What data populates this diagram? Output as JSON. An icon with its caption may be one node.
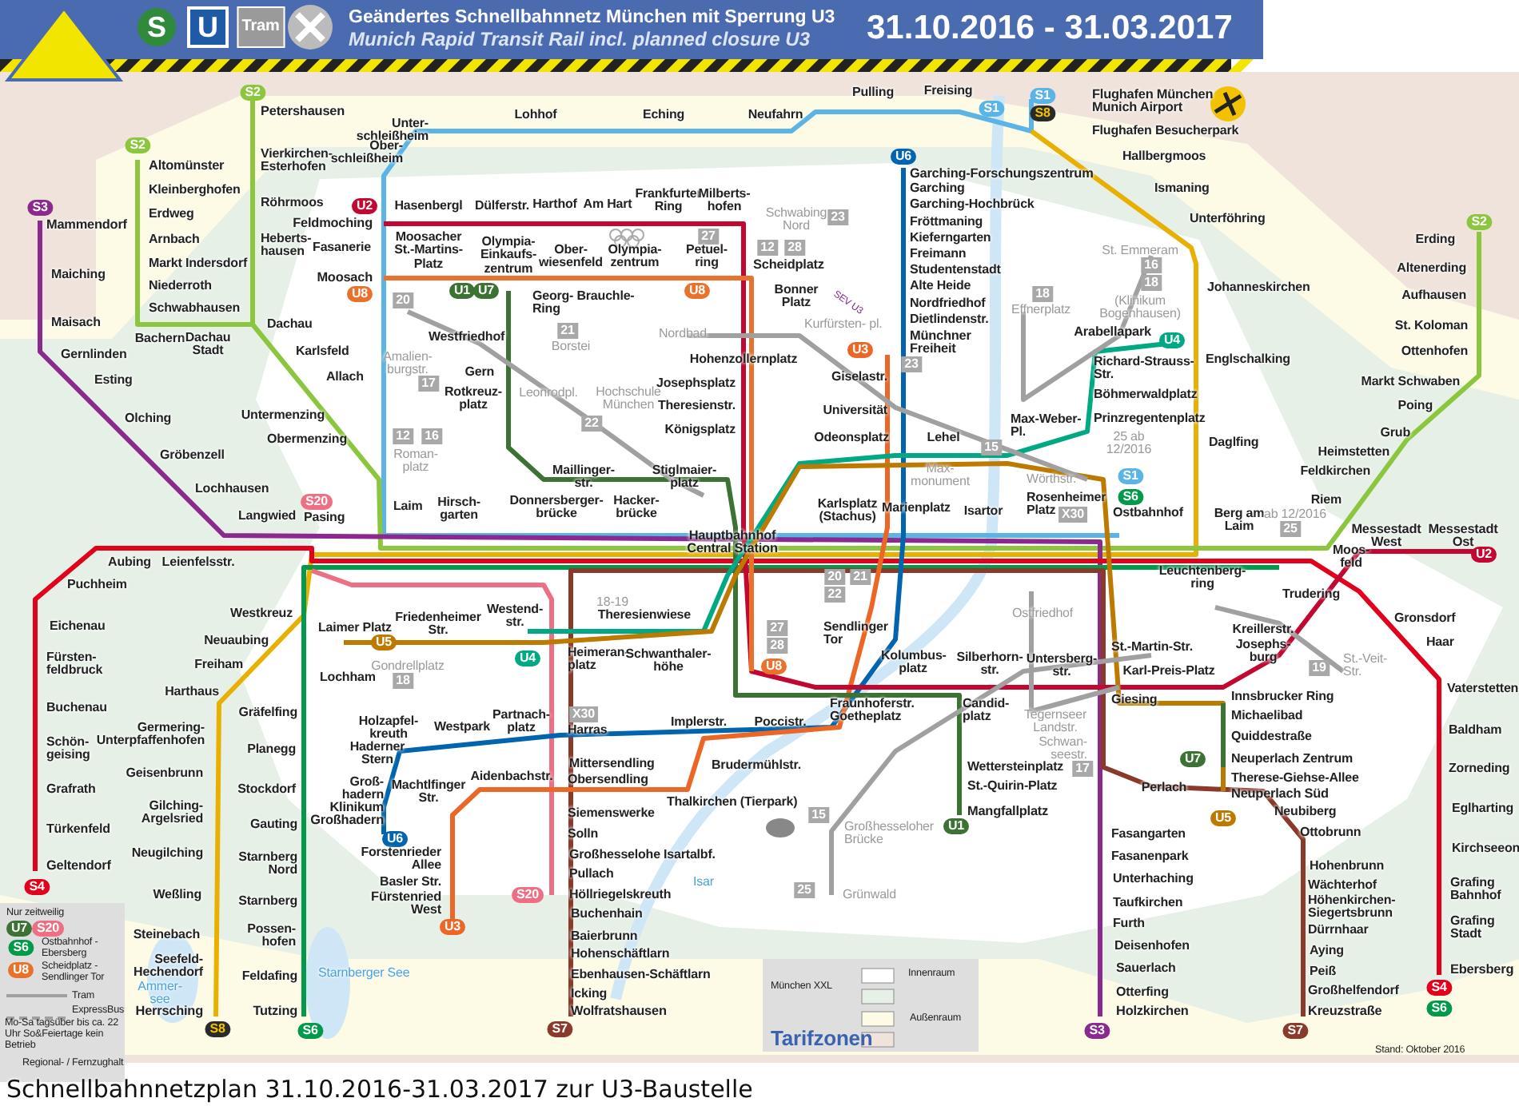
{
  "diagram": {
    "title": "Geändertes Schnellbahnnetz München mit Sperrung U3",
    "caption": "Schnellbahnnetzplan 31.10.2016-31.03.2017 zur U3-Baustelle",
    "labels": [
      "S",
      "U",
      "Tram",
      "Munich Rapid Transit Rail incl. planned closure U3",
      "31.10.2016 - 31.03.2017",
      "S2",
      "Petershausen",
      "S2",
      "Altomünster",
      "Kleinberghofen",
      "Erdweg",
      "Arnbach",
      "Markt Indersdorf",
      "Niederroth",
      "Schwabhausen",
      "Vierkirchen- Esterhofen",
      "Röhrmoos",
      "Heberts- hausen",
      "Bachern",
      "Dachau Stadt",
      "Dachau",
      "Karlsfeld",
      "Allach",
      "Untermenzing",
      "Obermenzing",
      "S3",
      "Mammendorf",
      "Maiching",
      "Maisach",
      "Gernlinden",
      "Esting",
      "Olching",
      "Gröbenzell",
      "Lochhausen",
      "Langwied",
      "S20",
      "Pasing",
      "Unter- schleißheim",
      "Ober- schleißheim",
      "U2",
      "Feldmoching",
      "Fasanerie",
      "Moosach",
      "U8",
      "Hasenbergl",
      "Dülferstr.",
      "Moosacher St.-Martins- Platz",
      "Olympia- Einkaufs- zentrum",
      "20",
      "U1",
      "U7",
      "Westfriedhof",
      "Amalien- burgstr.",
      "Gern",
      "17",
      "Rotkreuz- platz",
      "12",
      "16",
      "Roman- platz",
      "Laim",
      "Hirsch- garten",
      "Lohhof",
      "Eching",
      "Neufahrn",
      "Pulling",
      "Freising",
      "S1",
      "Harthof",
      "Am Hart",
      "Frankfurter Ring",
      "Milberts- hofen",
      "Schwabing Nord",
      "23",
      "Ober- wiesenfeld",
      "Olympia- zentrum",
      "27",
      "Petuel- ring",
      "U8",
      "12",
      "28",
      "Scheidplatz",
      "Georg- Brauchle-Ring",
      "Bonner Platz",
      "SEV U3",
      "21",
      "Borstei",
      "Nordbad",
      "Hohenzollernplatz",
      "Kurfürsten- pl.",
      "U3",
      "Münchner Freiheit",
      "23",
      "Leonrodpl.",
      "Hochschule München",
      "Josephsplatz",
      "Theresienstr.",
      "Königsplatz",
      "Giselastr.",
      "Universität",
      "Odeonsplatz",
      "Lehel",
      "15",
      "22",
      "Maillinger- str.",
      "Stiglmaier- platz",
      "Donnersberger- brücke",
      "Hacker- brücke",
      "Max- monument",
      "Karlsplatz (Stachus)",
      "Marienplatz",
      "Isartor",
      "Hauptbahnhof Central Station",
      "S1",
      "S8",
      "Flughafen München Munich Airport",
      "Flughafen Besucherpark",
      "Hallbergmoos",
      "Ismaning",
      "Unterföhring",
      "U6",
      "Garching-Forschungszentrum",
      "Garching",
      "Garching-Hochbrück",
      "Fröttmaning",
      "Kieferngarten",
      "Freimann",
      "Studentenstadt",
      "Alte Heide",
      "Nordfriedhof",
      "Dietlindenstr.",
      "St. Emmeram",
      "16",
      "18",
      "18",
      "Effnerplatz",
      "(Klinikum Bogenhausen)",
      "Johanneskirchen",
      "Arabellapark",
      "U4",
      "Richard-Strauss- Str.",
      "Böhmerwaldplatz",
      "Prinzregentenplatz",
      "Englschalking",
      "Daglfing",
      "Max-Weber- Pl.",
      "25 ab 12/2016",
      "Wörthstr.",
      "Rosenheimer Platz",
      "X30",
      "S1",
      "S6",
      "Ostbahnhof",
      "Berg am Laim",
      "ab 12/2016",
      "25",
      "S2",
      "Erding",
      "Altenerding",
      "Aufhausen",
      "St. Koloman",
      "Ottenhofen",
      "Markt Schwaben",
      "Poing",
      "Grub",
      "Heimstetten",
      "Feldkirchen",
      "Riem",
      "Messestadt West",
      "Messestadt Ost",
      "U2",
      "Moos- feld",
      "Aubing",
      "Leienfelsstr.",
      "Puchheim",
      "Eichenau",
      "Fürsten- feldbruck",
      "Buchenau",
      "Schön- geising",
      "Grafrath",
      "Türkenfeld",
      "Geltendorf",
      "S4",
      "Westkreuz",
      "Neuaubing",
      "Freiham",
      "Harthaus",
      "Germering- Unterpfaffenhofen",
      "Geisenbrunn",
      "Gilching- Argelsried",
      "Neugilching",
      "Weßling",
      "Steinebach",
      "Seefeld- Hechendorf",
      "Herrsching",
      "S8",
      "Ammer- see",
      "Laimer Platz",
      "Friedenheimer Str.",
      "U5",
      "Lochham",
      "Gondrellplatz",
      "18",
      "Gräfelfing",
      "Planegg",
      "Stockdorf",
      "Gauting",
      "Starnberg Nord",
      "Starnberg",
      "Possen- hofen",
      "Feldafing",
      "Tutzing",
      "S6",
      "Starnberger See",
      "Holzapfel- kreuth",
      "Westpark",
      "Partnach- platz",
      "Haderner Stern",
      "Groß- hadern",
      "Klinikum Großhadern",
      "U6",
      "Machtlfinger Str.",
      "Aidenbachstr.",
      "Forstenrieder Allee",
      "Basler Str.",
      "Fürstenried West",
      "U3",
      "Nur zeitweilig",
      "U7",
      "S20",
      "S6",
      "Ostbahnhof - Ebersberg",
      "U8",
      "Scheidplatz - Sendlinger Tor",
      "Tram",
      "ExpressBus",
      "Mo-Sa tagsüber bis ca. 22 Uhr So&Feiertage kein Betrieb",
      "Regional- / Fernzughalt",
      "Westend- str.",
      "Theresienwiese",
      "18-19",
      "U4",
      "Heimeran- platz",
      "Schwanthaler- höhe",
      "20",
      "21",
      "22",
      "27",
      "28",
      "U8",
      "Sendlinger Tor",
      "Kolumbus- platz",
      "Silberhorn- str.",
      "Fraunhoferstr. Goetheplatz",
      "Candid- platz",
      "X30",
      "Harras",
      "Implerstr.",
      "Poccistr.",
      "Mittersendling",
      "Brudermühlstr.",
      "Obersendling",
      "Thalkirchen (Tierpark)",
      "Siemenswerke",
      "Solln",
      "Großhesselohe Isartalbf.",
      "Pullach",
      "S20",
      "Höllriegelskreuth",
      "Buchenhain",
      "Baierbrunn",
      "Hohenschäftlarn",
      "Ebenhausen-Schäftlarn",
      "Icking",
      "Wolfratshausen",
      "S7",
      "15",
      "Großhesseloher Brücke",
      "25",
      "Grünwald",
      "Isar",
      "Wettersteinplatz",
      "St.-Quirin-Platz",
      "Mangfallplatz",
      "U1",
      "München XXL",
      "Innenraum",
      "Außenraum",
      "Tarifzonen",
      "Ostfriedhof",
      "Tegernseer Landstr.",
      "Schwan- seestr.",
      "17",
      "Leuchtenberg- ring",
      "Trudering",
      "Gronsdorf",
      "Haar",
      "Kreillerstr.",
      "Josephs- burg",
      "19",
      "St.-Veit- Str.",
      "St.-Martin-Str.",
      "Untersberg- str.",
      "Karl-Preis-Platz",
      "Giesing",
      "Innsbrucker Ring",
      "Michaelibad",
      "Quiddestraße",
      "U7",
      "Neuperlach Zentrum",
      "Therese-Giehse-Allee",
      "Neuperlach Süd",
      "U5",
      "Perlach",
      "Neubiberg",
      "Ottobrunn",
      "Hohenbrunn",
      "Wächterhof",
      "Höhenkirchen- Siegertsbrunn",
      "Dürrnhaar",
      "Aying",
      "Peiß",
      "Großhelfendorf",
      "Kreuzstraße",
      "S7",
      "Fasangarten",
      "Fasanenpark",
      "Unterhaching",
      "Taufkirchen",
      "Furth",
      "Deisenhofen",
      "Sauerlach",
      "Otterfing",
      "Holzkirchen",
      "S3",
      "Vaterstetten",
      "Baldham",
      "Zorneding",
      "Eglharting",
      "Kirchseeon",
      "Grafing Bahnhof",
      "Grafing Stadt",
      "Ebersberg",
      "S4",
      "S6",
      "Stand: Oktober 2016"
    ]
  }
}
